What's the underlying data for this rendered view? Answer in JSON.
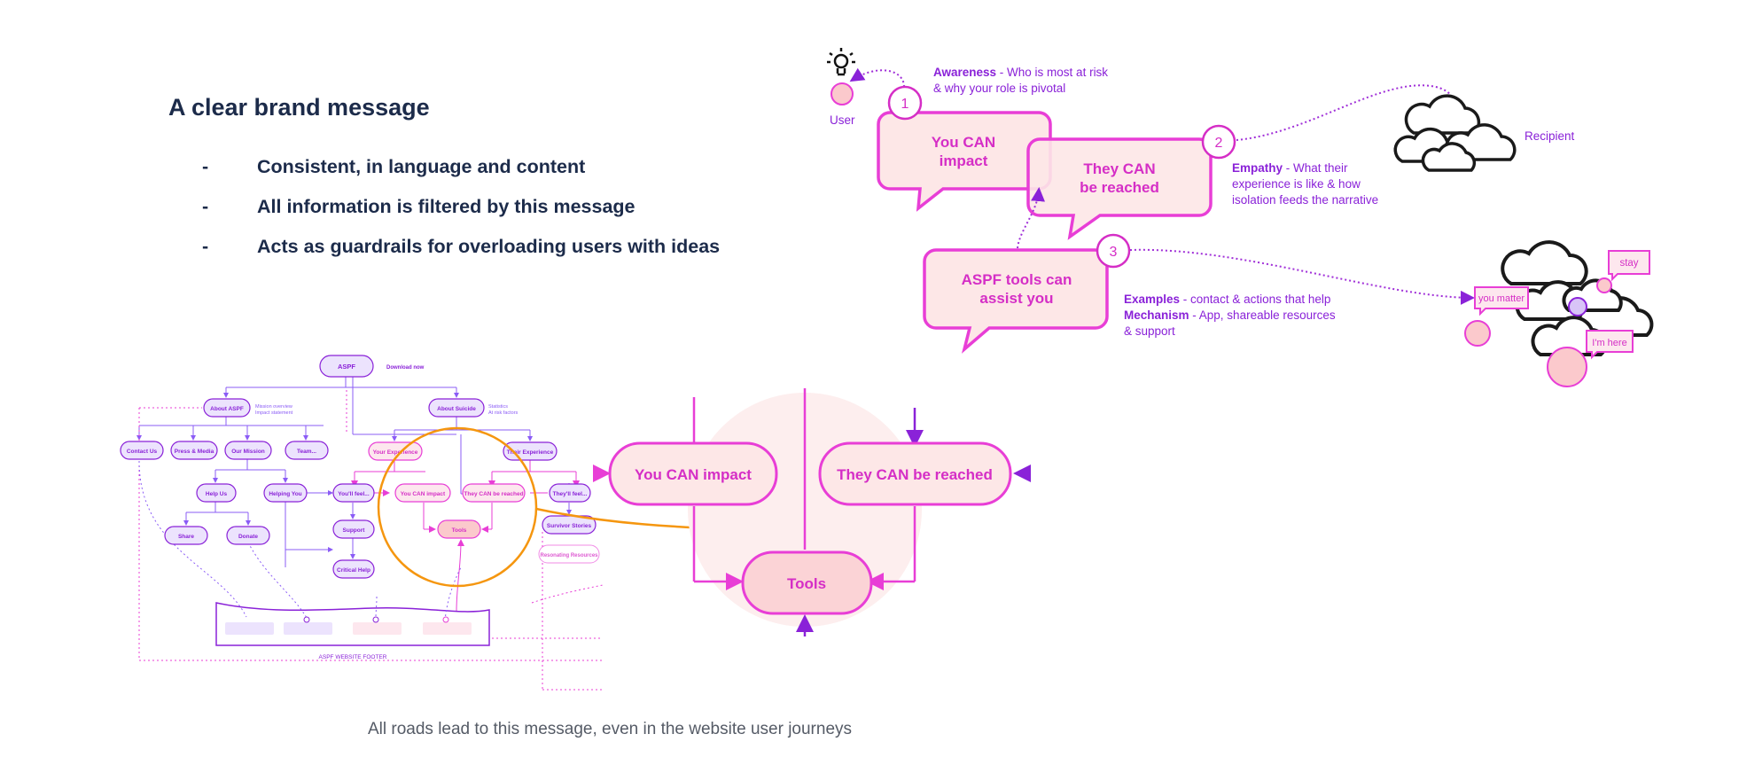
{
  "slide": {
    "heading": "A clear brand message",
    "bullets": [
      {
        "marker": "-",
        "text": "Consistent, in language and content"
      },
      {
        "marker": "-",
        "text": "All information is filtered by this message"
      },
      {
        "marker": "-",
        "text": "Acts as guardrails for overloading users with ideas"
      }
    ],
    "caption": "All roads lead to this message, even in the website user journeys"
  },
  "message_diagram": {
    "user_label": "User",
    "recipient_label": "Recipient",
    "bubble_1": [
      "You CAN",
      "impact"
    ],
    "bubble_2": [
      "They CAN",
      "be reached"
    ],
    "bubble_3": [
      "ASPF tools can",
      "assist you"
    ],
    "step_1": "1",
    "step_2": "2",
    "step_3": "3",
    "awareness": {
      "term": "Awareness",
      "line1": " - Who is most at risk",
      "line2": "& why your role is pivotal"
    },
    "empathy": {
      "term": "Empathy",
      "line1": " - What their",
      "line2": "experience is like & how",
      "line3": "isolation feeds the narrative"
    },
    "examples": {
      "term": "Examples",
      "line1": " - contact & actions that help"
    },
    "mechanism": {
      "term": "Mechanism",
      "line1": " - App, shareable resources",
      "line2": "& support"
    },
    "chat_stay": "stay",
    "chat_you_matter": "you matter",
    "chat_im_here": "I'm here"
  },
  "sitemap": {
    "root": "ASPF",
    "download": "Download now",
    "about_aspf": "About ASPF",
    "about_aspf_note": [
      "Mission overview",
      "Impact statement"
    ],
    "about_suicide": "About Suicide",
    "about_suicide_note": [
      "Statistics",
      "At risk factors"
    ],
    "contact": "Contact Us",
    "press": "Press & Media",
    "mission": "Our Mission",
    "team": "Team...",
    "help_us": "Help Us",
    "helping_you": "Helping You",
    "your_experience": "Your Experience",
    "their_experience": "Their Experience",
    "youll_feel": "You'll feel...",
    "you_can_impact": "You CAN impact",
    "they_can_be_reached": "They CAN be reached",
    "theyll_feel": "They'll feel...",
    "share": "Share",
    "donate": "Donate",
    "support": "Support",
    "tools": "Tools",
    "survivor_stories": "Survivor Stories",
    "resonating": "Resonating Resources",
    "critical_help": "Critical Help",
    "footer": "ASPF WEBSITE FOOTER"
  },
  "zoom": {
    "you_can_impact": "You CAN impact",
    "they_can_be_reached": "They CAN be reached",
    "tools": "Tools"
  },
  "colors": {
    "navy": "#1c2b4a",
    "magenta": "#e83ed6",
    "purple": "#8a22d8",
    "violet": "#8b5cf6",
    "bubble_fill": "#fde7e7",
    "orange": "#f5960f"
  }
}
